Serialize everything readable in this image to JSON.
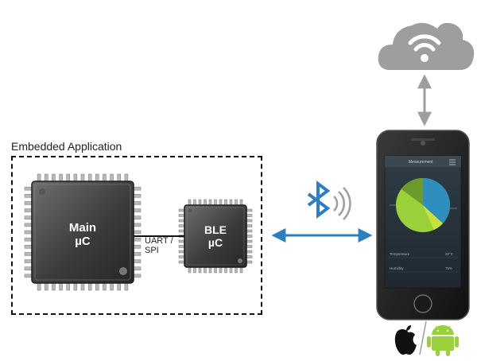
{
  "embedded": {
    "title": "Embedded Application"
  },
  "main_chip": {
    "line1": "Main",
    "line2": "µC"
  },
  "ble_chip": {
    "line1": "BLE",
    "line2": "µC"
  },
  "link": {
    "line1": "UART /",
    "line2": "SPI"
  },
  "phone": {
    "header": "Measurement",
    "rows": [
      {
        "label": "Temperature",
        "value": "20°C"
      },
      {
        "label": "Humidity",
        "value": "75%"
      }
    ],
    "pie_colors": [
      "#2e8fbf",
      "#9ad13a",
      "#6e9a2c",
      "#c7e23f"
    ]
  },
  "icons": [
    "cloud-wifi-icon",
    "bluetooth-icon",
    "apple-icon",
    "android-icon"
  ],
  "colors": {
    "bluetooth": "#2b7fc1",
    "cloud": "#9e9e9e",
    "arrow": "#2b7fc1"
  }
}
